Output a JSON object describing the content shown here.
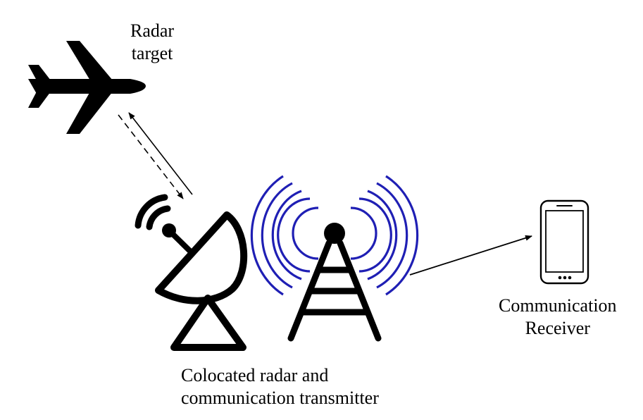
{
  "labels": {
    "radar_target": [
      "Radar",
      "target"
    ],
    "transmitter": [
      "Colocated radar and",
      "communication transmitter"
    ],
    "receiver": [
      "Communication",
      "Receiver"
    ]
  },
  "icons": {
    "target": "airplane-icon",
    "dish": "radar-dish-icon",
    "tower": "antenna-tower-icon",
    "receiver": "smartphone-icon"
  },
  "colors": {
    "line": "#000000",
    "waves": "#1f1fb4"
  }
}
